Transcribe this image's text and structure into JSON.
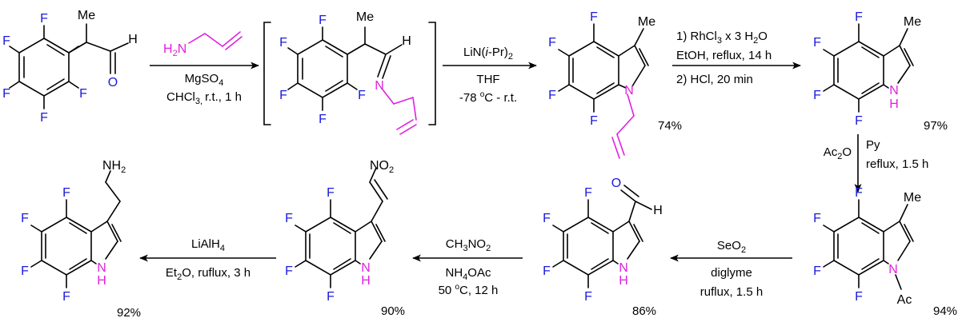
{
  "colors": {
    "fluorine": "#1a1adc",
    "nitrogen": "#e020e0",
    "oxygen": "#1a1adc",
    "bond": "#000000"
  },
  "atoms": {
    "F": "F",
    "Me": "Me",
    "H": "H",
    "O": "O",
    "N": "N",
    "NH": "N",
    "NH_H": "H",
    "NH2_N": "NH",
    "NH2_sub": "2",
    "NO2_N": "NO",
    "NO2_sub": "2",
    "Ac": "Ac"
  },
  "reagents": {
    "allylamine_H2": "H",
    "allylamine_sub": "2",
    "allylamine_N": "N"
  },
  "steps": [
    {
      "id": "imine-formation",
      "above": "",
      "below": [
        "MgSO4",
        "CHCl3, r.t., 1 h"
      ]
    },
    {
      "id": "cyclization",
      "above": "LiN(i-Pr)2",
      "below": [
        "THF",
        "-78 oC - r.t."
      ]
    },
    {
      "id": "deallylation",
      "above": "1) RhCl3 x 3 H2O",
      "below": [
        "EtOH, reflux, 14 h",
        "2) HCl, 20 min"
      ]
    },
    {
      "id": "acetylation",
      "left": "Ac2O",
      "right": [
        "Py",
        "reflux, 1.5 h"
      ]
    },
    {
      "id": "oxidation",
      "above": "SeO2",
      "below": [
        "diglyme",
        "ruflux, 1.5 h"
      ]
    },
    {
      "id": "henry",
      "above": "CH3NO2",
      "below": [
        "NH4OAc",
        "50 oC, 12 h"
      ]
    },
    {
      "id": "reduction",
      "above": "LiAlH4",
      "below": [
        "Et2O, ruflux, 3 h"
      ]
    }
  ],
  "texts": {
    "mgso4_main": "MgSO",
    "mgso4_sub": "4",
    "chcl3_a": "CHCl",
    "chcl3_sub": "3, ",
    "chcl3_b": "r.t., 1 h",
    "lda_a": "LiN(",
    "lda_i": "i",
    "lda_b": "-Pr)",
    "lda_sub": "2",
    "thf": "THF",
    "temp_a": "-78 ",
    "temp_sup": "o",
    "temp_b": "C - r.t.",
    "rh_a": "1) RhCl",
    "rh_sub": "3",
    "rh_b": " x 3 H",
    "rh_sub2": "2",
    "rh_c": "O",
    "etoh": "EtOH, reflux, 14 h",
    "hcl": "2) HCl, 20 min",
    "ac2o_a": "Ac",
    "ac2o_sub": "2",
    "ac2o_b": "O",
    "py": "Py",
    "py_reflux": "reflux, 1.5 h",
    "seo2_a": "SeO",
    "seo2_sub": "2",
    "diglyme": "diglyme",
    "se_reflux": "ruflux, 1.5 h",
    "ch3no2_a": "CH",
    "ch3no2_sub": "3",
    "ch3no2_b": "NO",
    "ch3no2_sub2": "2",
    "nh4oac_a": "NH",
    "nh4oac_sub": "4",
    "nh4oac_b": "OAc",
    "henry_temp_a": "50 ",
    "henry_temp_sup": "o",
    "henry_temp_b": "C, 12 h",
    "lialh4_a": "LiAlH",
    "lialh4_sub": "4",
    "et2o_a": "Et",
    "et2o_sub": "2",
    "et2o_b": "O, ruflux, 3 h"
  },
  "yields": {
    "indole_allyl": "74%",
    "indole_nh": "97%",
    "indole_ac": "94%",
    "aldehyde": "86%",
    "nitrovinyl": "90%",
    "tryptamine": "92%"
  }
}
